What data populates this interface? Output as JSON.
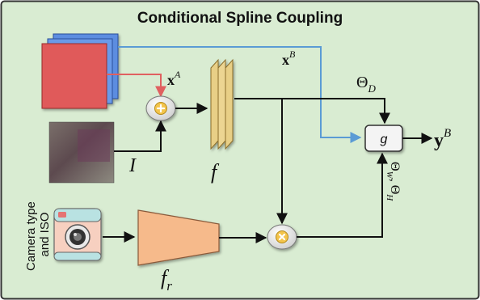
{
  "title": "Conditional Spline Coupling",
  "labels": {
    "xA": "x",
    "xA_sup": "A",
    "xB": "x",
    "xB_sup": "B",
    "theta_d": "Θ",
    "theta_d_sub": "D",
    "theta_wh": "Θ",
    "theta_wh_sub_w": "W",
    "theta_wh_sep": ", ",
    "theta_wh_2": "Θ",
    "theta_wh_sub_h": "H",
    "g": "g",
    "yB": "y",
    "yB_sup": "B",
    "image_var": "I",
    "f": "f",
    "fr": "f",
    "fr_sub": "r",
    "camera_line1": "Camera type",
    "camera_line2": "and ISO"
  },
  "icons": {
    "plus": "plus-circle-icon",
    "times": "times-circle-icon",
    "camera": "camera-icon"
  },
  "colors": {
    "background": "#d9ecd2",
    "border": "#333333",
    "blue_arrow": "#5b9bd5",
    "red_arrow": "#e06060",
    "feature_red": "#e05a5a",
    "feature_blue": "#4f7fd9",
    "stack_yellow": "#e8cf86",
    "trapezoid": "#f6ba8b",
    "node_fill": "#efefef"
  }
}
